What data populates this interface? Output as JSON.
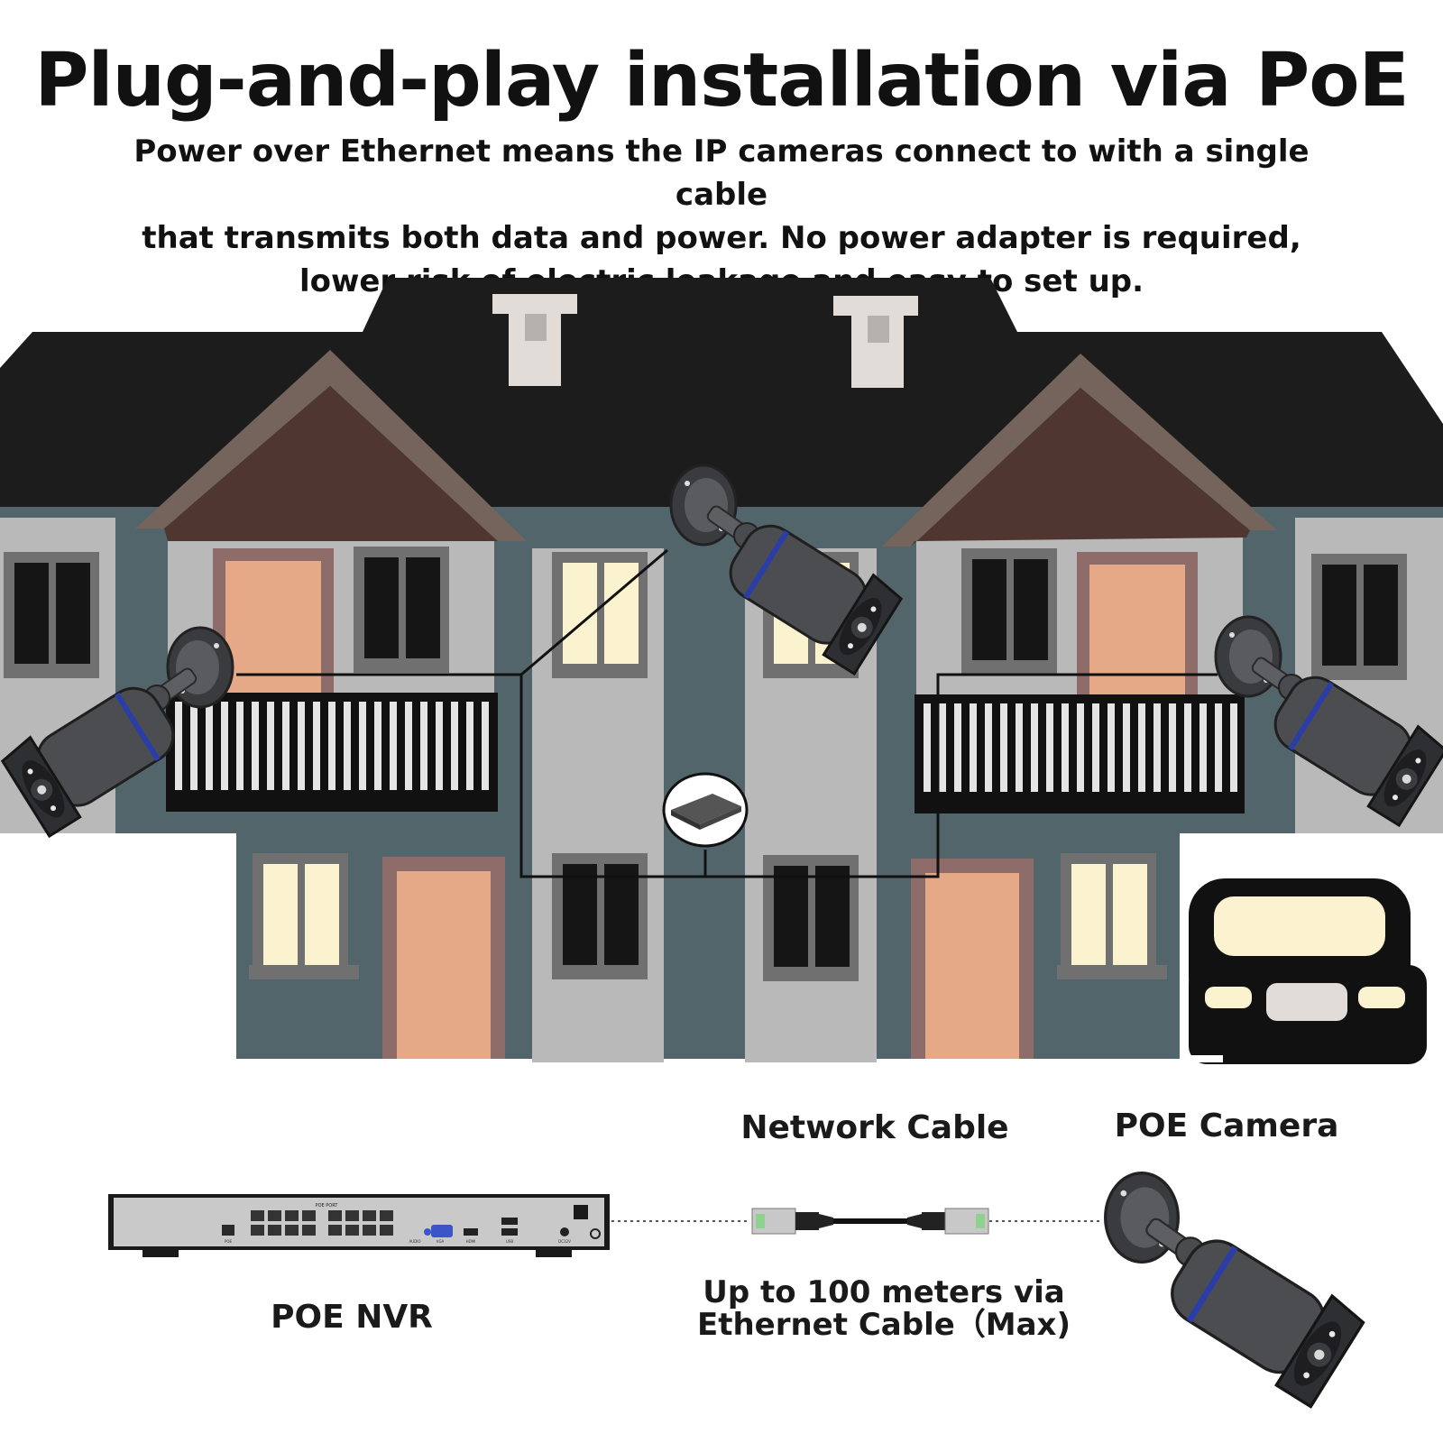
{
  "header": {
    "title": "Plug-and-play installation via PoE",
    "subtitle_lines": [
      "Power over Ethernet means the IP cameras connect to with a single cable",
      "that transmits both data and power. No power adapter is required,",
      "lower risk of electric leakage and easy to set up."
    ]
  },
  "labels": {
    "network_cable": "Network Cable",
    "poe_camera": "POE Camera",
    "poe_nvr": "POE NVR",
    "distance_line1": "Up to 100 meters via",
    "distance_line2": "Ethernet Cable（Max)"
  },
  "nvr_panel": {
    "poe_port_label": "POE PORT",
    "ports": [
      "POE",
      "AUDIO",
      "VGA",
      "HDMI",
      "USB",
      "DC12V"
    ]
  },
  "colors": {
    "roof": "#1c1c1c",
    "wall_dark": "#52656b",
    "wall_light": "#b9b9b9",
    "door": "#e5a988",
    "door_frame": "#8d6c6a",
    "window_lit": "#fbf3cf",
    "window_dark": "#151515",
    "gable": "#4f3631",
    "gable_trim": "#75645b",
    "chimney": "#e2dcd8",
    "camera_body": "#4c4d51",
    "camera_ring": "#2b3ea8"
  }
}
